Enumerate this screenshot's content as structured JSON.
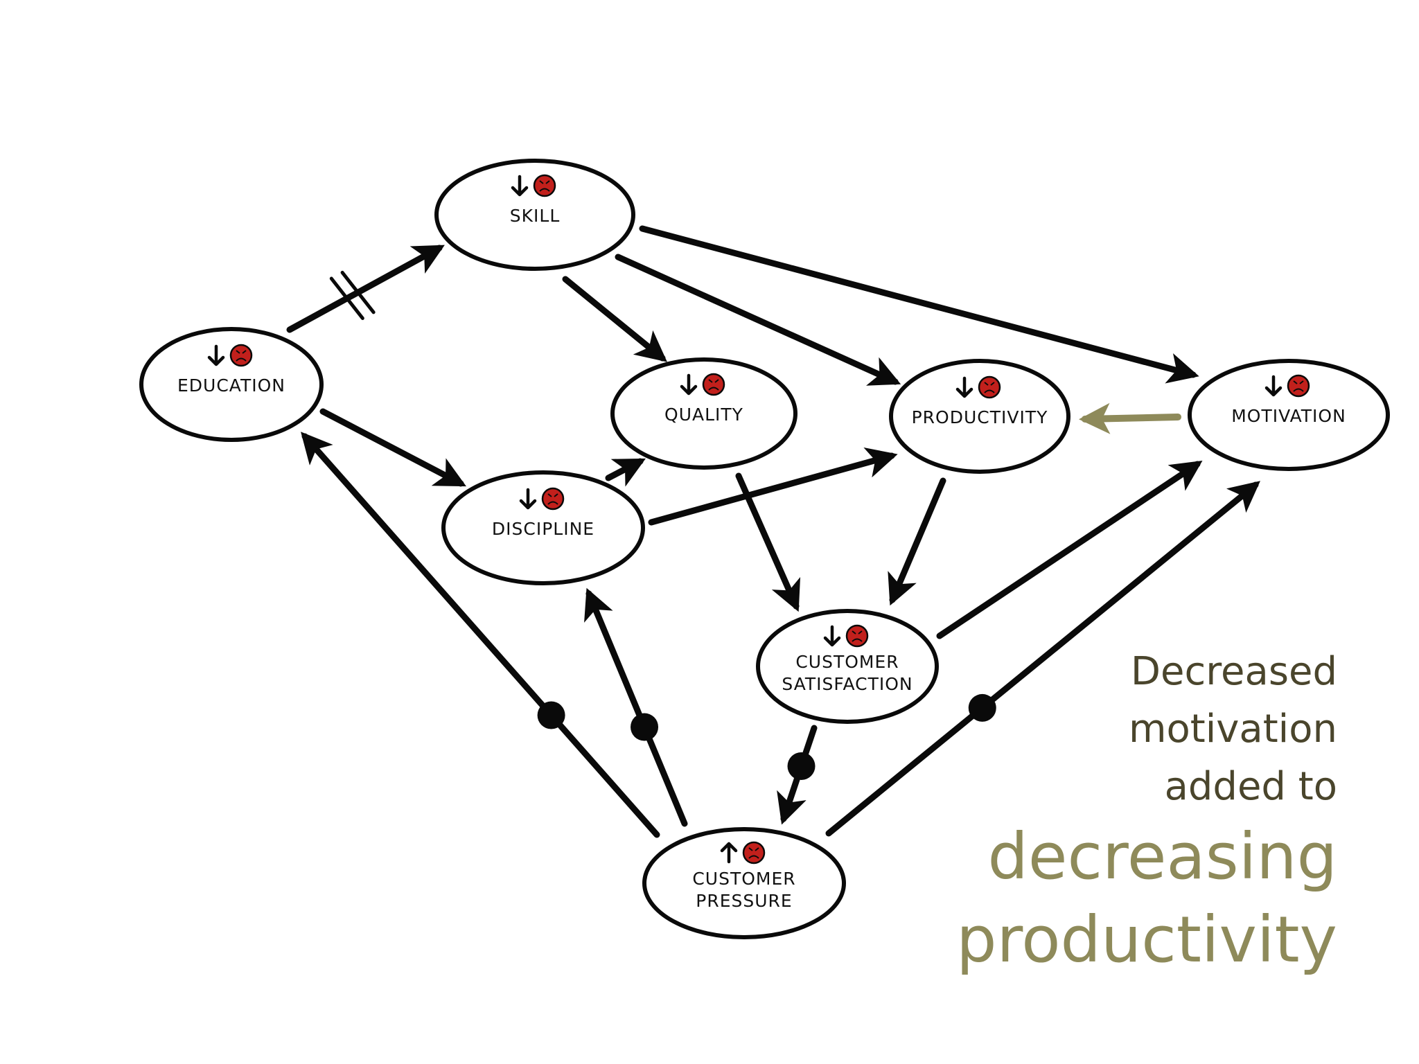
{
  "nodes": [
    {
      "id": "skill",
      "label_lines": [
        "SKILL"
      ],
      "trend": "down"
    },
    {
      "id": "education",
      "label_lines": [
        "EDUCATION"
      ],
      "trend": "down"
    },
    {
      "id": "quality",
      "label_lines": [
        "QUALITY"
      ],
      "trend": "down"
    },
    {
      "id": "productivity",
      "label_lines": [
        "PRODUCTIVITY"
      ],
      "trend": "down"
    },
    {
      "id": "motivation",
      "label_lines": [
        "MOTIVATION"
      ],
      "trend": "down"
    },
    {
      "id": "discipline",
      "label_lines": [
        "DISCIPLINE"
      ],
      "trend": "down"
    },
    {
      "id": "customer-satisfaction",
      "label_lines": [
        "CUSTOMER",
        "SATISFACTION"
      ],
      "trend": "down"
    },
    {
      "id": "customer-pressure",
      "label_lines": [
        "CUSTOMER",
        "PRESSURE"
      ],
      "trend": "up"
    }
  ],
  "edges": [
    {
      "from": "education",
      "to": "skill",
      "marker": "delay"
    },
    {
      "from": "education",
      "to": "discipline"
    },
    {
      "from": "skill",
      "to": "quality"
    },
    {
      "from": "skill",
      "to": "productivity"
    },
    {
      "from": "skill",
      "to": "motivation"
    },
    {
      "from": "discipline",
      "to": "quality"
    },
    {
      "from": "discipline",
      "to": "productivity"
    },
    {
      "from": "quality",
      "to": "customer-satisfaction"
    },
    {
      "from": "productivity",
      "to": "customer-satisfaction"
    },
    {
      "from": "motivation",
      "to": "productivity",
      "highlight": true
    },
    {
      "from": "customer-satisfaction",
      "to": "motivation"
    },
    {
      "from": "customer-satisfaction",
      "to": "customer-pressure",
      "marker": "dot"
    },
    {
      "from": "customer-pressure",
      "to": "education",
      "marker": "dot"
    },
    {
      "from": "customer-pressure",
      "to": "discipline",
      "marker": "dot"
    },
    {
      "from": "customer-pressure",
      "to": "motivation",
      "marker": "dot"
    }
  ],
  "icons": {
    "status": "sad-face-icon",
    "down": "arrow-down-icon",
    "up": "arrow-up-icon"
  },
  "colors": {
    "ink": "#0a0a0a",
    "sad_face": "#c2201c",
    "olive": "#8e8a5a",
    "caption_dark": "#4a452c"
  },
  "caption": {
    "line1": "Decreased",
    "line2": "motivation",
    "line3": "added to",
    "line4": "decreasing",
    "line5": "productivity"
  }
}
